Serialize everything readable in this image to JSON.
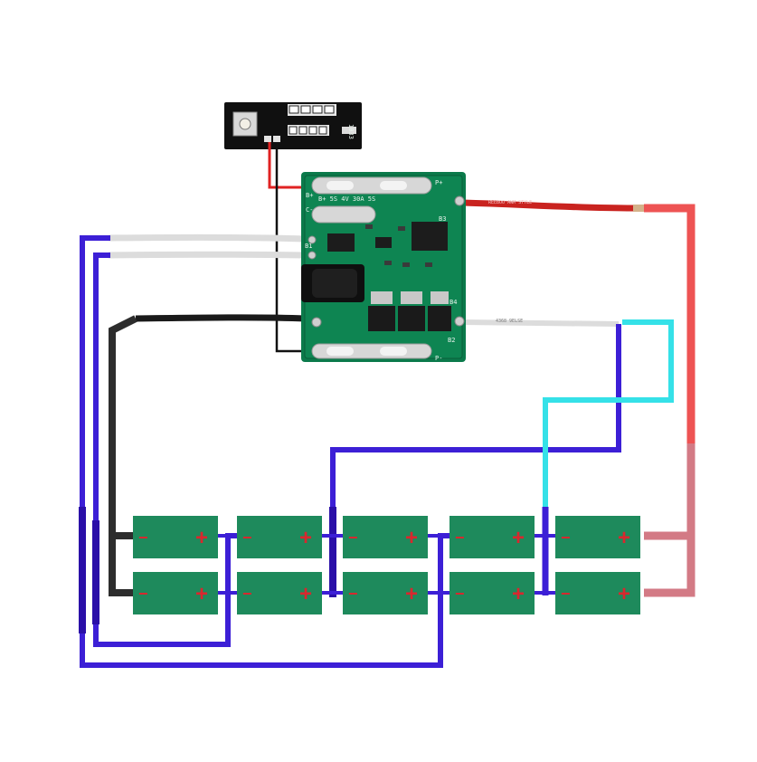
{
  "indicator_board": {
    "label": "1033",
    "button": "push-button",
    "leds": 4
  },
  "bms_board": {
    "silk_top": "B+ 5S 4V 30A 5S",
    "pads": [
      "P+",
      "B+",
      "B1",
      "B2",
      "B3",
      "B4",
      "P-",
      "C-"
    ]
  },
  "wires": {
    "red_print": "REEBOO AWM STYLE",
    "white_print": "4368 9ELSE"
  },
  "cells": {
    "rows": 2,
    "columns": 5,
    "positive_symbol": "+",
    "negative_symbol": "−"
  },
  "colors": {
    "pcb": "#0b7a4b",
    "cell": "#1e8a5c",
    "plus": "#d9272e",
    "wire_blue": "#3c1fd6",
    "wire_cyan": "#35e1e8",
    "wire_red": "#ee5353",
    "wire_pink": "#d37a85",
    "wire_black": "#2d2d2d"
  }
}
